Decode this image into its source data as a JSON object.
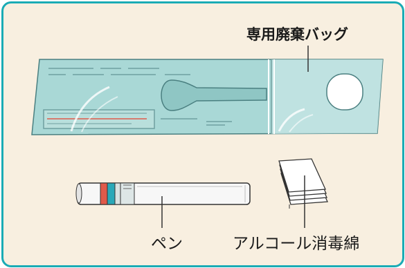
{
  "labels": {
    "bag": "専用廃棄バッグ",
    "pen": "ペン",
    "swab": "アルコール消毒綿"
  },
  "colors": {
    "frame_border": "#1aabb5",
    "background": "#f8efe0",
    "bag_fill": "#a9d8d6",
    "bag_outline": "#4a7f80",
    "pen_red": "#e05a4a",
    "pen_teal": "#2aa8b8"
  },
  "icons": [
    "disposal-bag-icon",
    "pen-icon",
    "alcohol-swab-icon"
  ]
}
